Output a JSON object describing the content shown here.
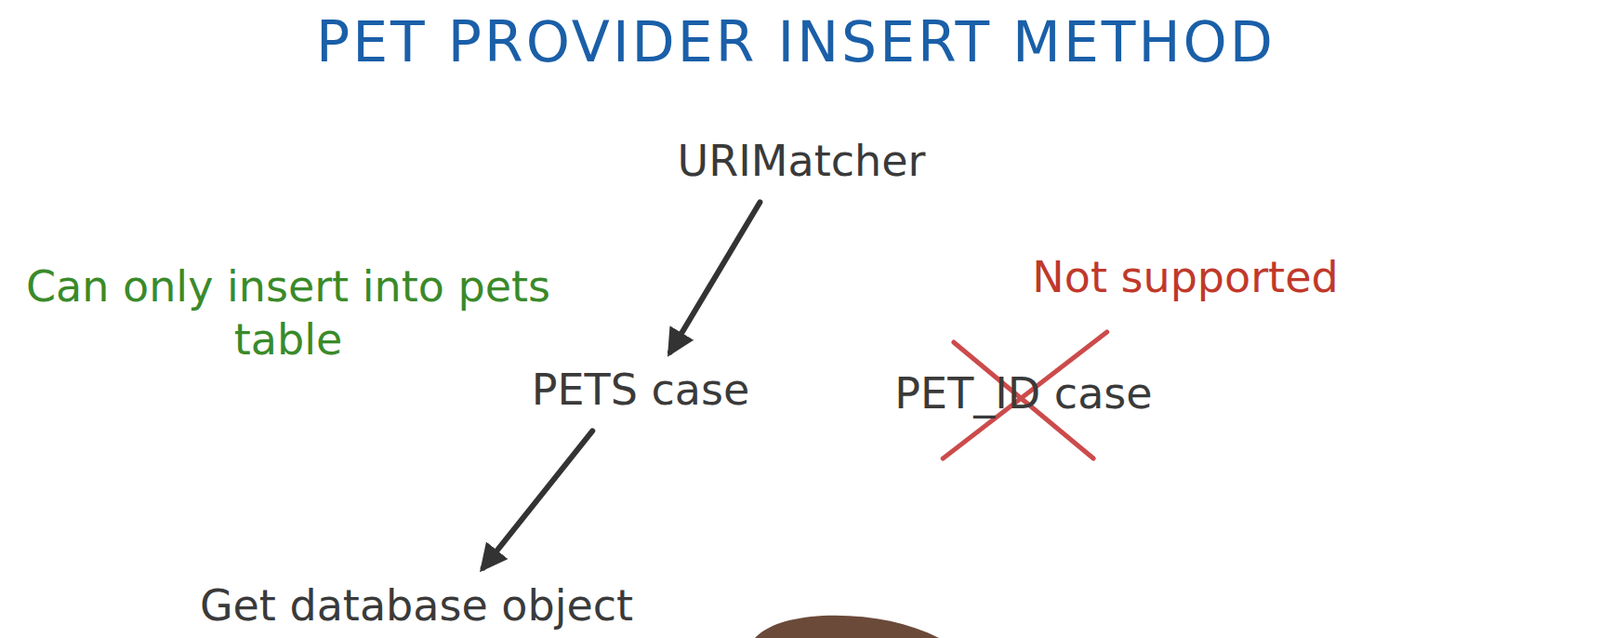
{
  "diagram": {
    "title": "PET PROVIDER INSERT METHOD",
    "nodes": [
      {
        "text": [
          "URIMatcher"
        ]
      },
      {
        "text": [
          "PETS case"
        ]
      },
      {
        "text": [
          "PET_ID case"
        ]
      },
      {
        "text": [
          "Get database object"
        ]
      }
    ],
    "edges": [
      {
        "from": 0,
        "to": 1,
        "arrow": "to"
      },
      {
        "from": 1,
        "to": 3,
        "arrow": "to"
      }
    ],
    "labels": [
      "Can only insert into pets table",
      "Not supported"
    ]
  }
}
